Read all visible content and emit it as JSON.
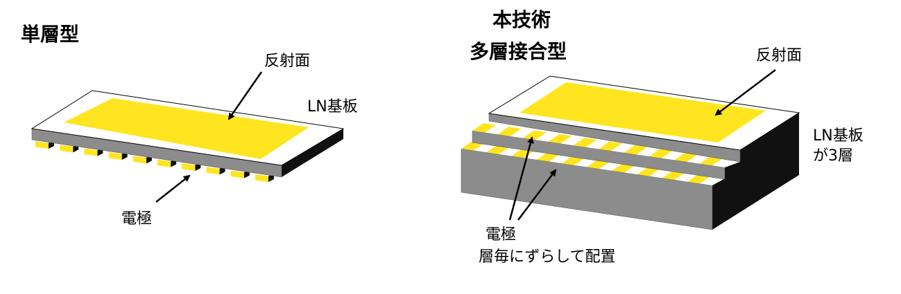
{
  "single_layer": {
    "title": "単層型",
    "reflector_label": "反射面",
    "substrate_label": "LN基板",
    "electrode_label": "電極",
    "electrode_count": 10
  },
  "multi_layer": {
    "title_line1": "本技術",
    "title_line2": "多層接合型",
    "reflector_label": "反射面",
    "substrate_label_line1": "LN基板",
    "substrate_label_line2": "が3層",
    "electrode_label_line1": "電極",
    "electrode_label_line2": "層毎にずらして配置"
  },
  "colors": {
    "yellow": "#FFE520",
    "gray": "#8C8C8C",
    "dark": "#111111",
    "white": "#FFFFFF"
  }
}
